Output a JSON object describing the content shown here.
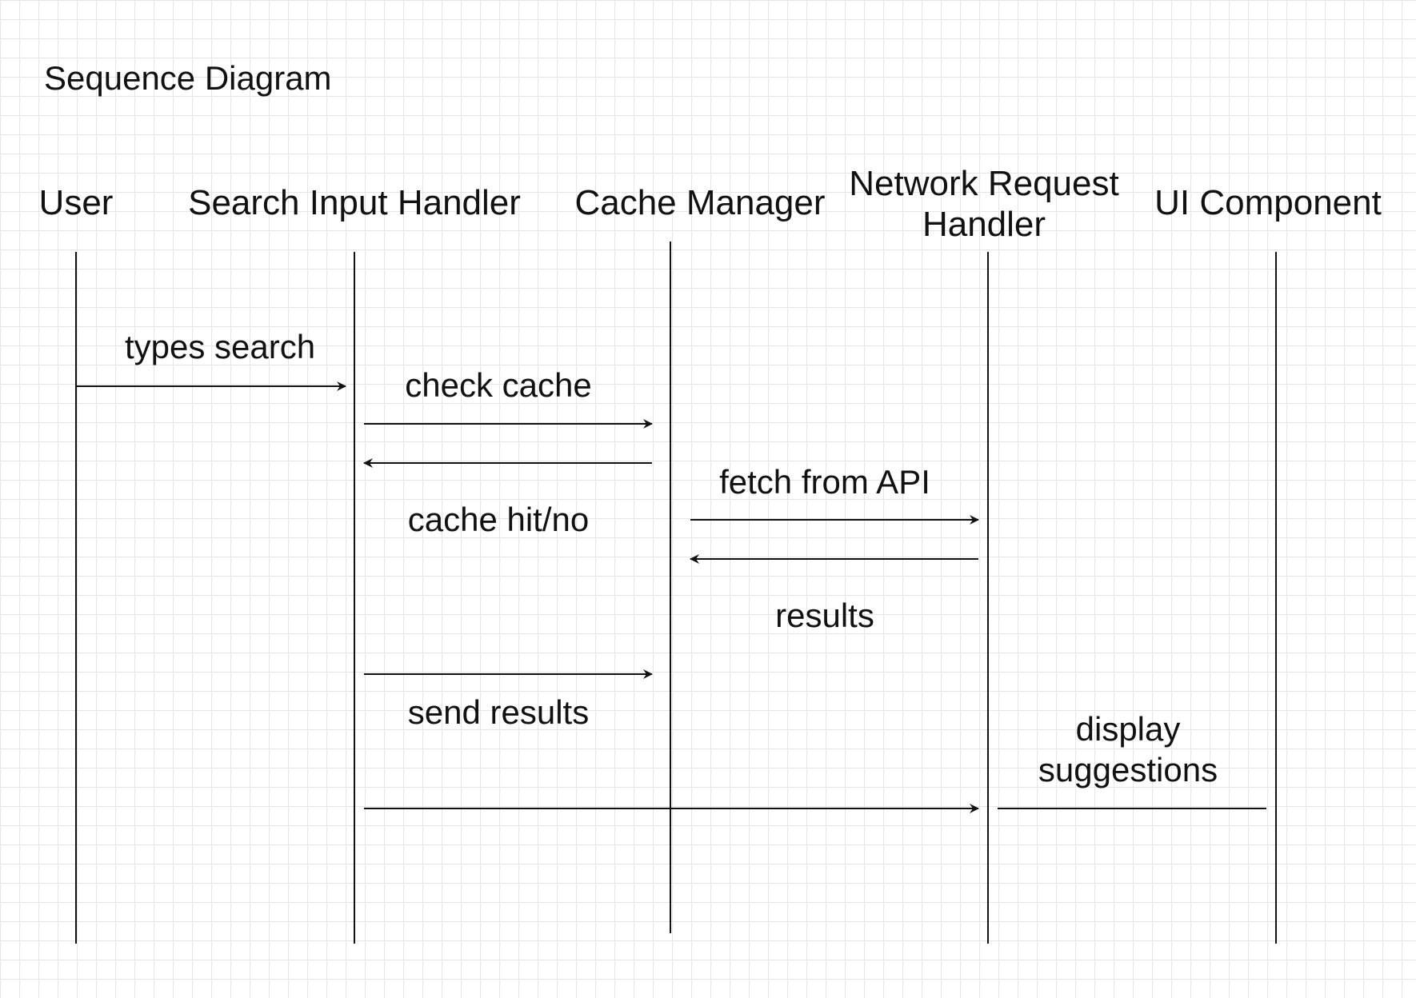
{
  "diagram": {
    "title": "Sequence Diagram",
    "participants": [
      {
        "id": "user",
        "lines": [
          "User"
        ]
      },
      {
        "id": "search-input-handler",
        "lines": [
          "Search Input Handler"
        ]
      },
      {
        "id": "cache-manager",
        "lines": [
          "Cache Manager"
        ]
      },
      {
        "id": "network-request-handler",
        "lines": [
          "Network Request",
          "Handler"
        ]
      },
      {
        "id": "ui-component",
        "lines": [
          "UI Component"
        ]
      }
    ],
    "messages": [
      {
        "id": "types-search",
        "from": "user",
        "to": "search-input-handler",
        "label": [
          "types search"
        ],
        "label_side": "above",
        "arrow": true
      },
      {
        "id": "check-cache",
        "from": "search-input-handler",
        "to": "cache-manager",
        "label": [
          "check cache"
        ],
        "label_side": "above",
        "arrow": true
      },
      {
        "id": "cache-hit-no",
        "from": "cache-manager",
        "to": "search-input-handler",
        "label": [
          "cache hit/no"
        ],
        "label_side": "below",
        "arrow": true
      },
      {
        "id": "fetch-from-api",
        "from": "cache-manager",
        "to": "network-request-handler",
        "label": [
          "fetch from API"
        ],
        "label_side": "above",
        "arrow": true
      },
      {
        "id": "results",
        "from": "network-request-handler",
        "to": "cache-manager",
        "label": [
          "results"
        ],
        "label_side": "below",
        "arrow": true
      },
      {
        "id": "send-results",
        "from": "search-input-handler",
        "to": "cache-manager",
        "label": [
          "send results"
        ],
        "label_side": "below",
        "arrow": true
      },
      {
        "id": "forward-to-network",
        "from": "search-input-handler",
        "to": "network-request-handler",
        "label": [],
        "label_side": "above",
        "arrow": true
      },
      {
        "id": "display-suggestions",
        "from": "network-request-handler",
        "to": "ui-component",
        "label": [
          "display",
          "suggestions"
        ],
        "label_side": "above",
        "arrow": false
      }
    ]
  }
}
